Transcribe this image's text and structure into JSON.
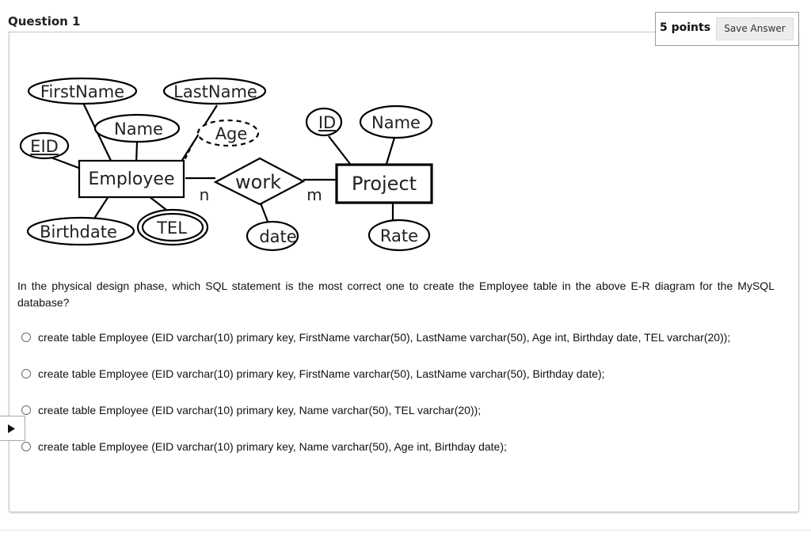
{
  "question": {
    "title": "Question 1",
    "points": "5 points",
    "save_label": "Save Answer"
  },
  "diagram": {
    "attributes": {
      "firstname": "FirstName",
      "lastname": "LastName",
      "name": "Name",
      "age": "Age",
      "eid": "EID",
      "birthdate": "Birthdate",
      "tel": "TEL",
      "id": "ID",
      "project_name": "Name",
      "date": "date",
      "rate": "Rate"
    },
    "entities": {
      "employee": "Employee",
      "project": "Project"
    },
    "relationship": "work",
    "cardinality": {
      "left": "n",
      "right": "m"
    }
  },
  "prompt": "In the physical design phase, which SQL statement is the most correct one to create the Employee table in the above E-R diagram for the MySQL database?",
  "options": [
    {
      "text": "create table Employee (EID varchar(10) primary key, FirstName varchar(50), LastName varchar(50), Age int, Birthday date, TEL varchar(20));"
    },
    {
      "text": "create table Employee (EID varchar(10) primary key, FirstName varchar(50), LastName varchar(50), Birthday date);"
    },
    {
      "text": "create table Employee (EID varchar(10) primary key, Name varchar(50), TEL varchar(20));"
    },
    {
      "text": "create table Employee (EID varchar(10) primary key, Name varchar(50), Age int, Birthday date);"
    }
  ],
  "colors": {
    "card_border": "#c9c9c9",
    "button_bg": "#ececec"
  }
}
